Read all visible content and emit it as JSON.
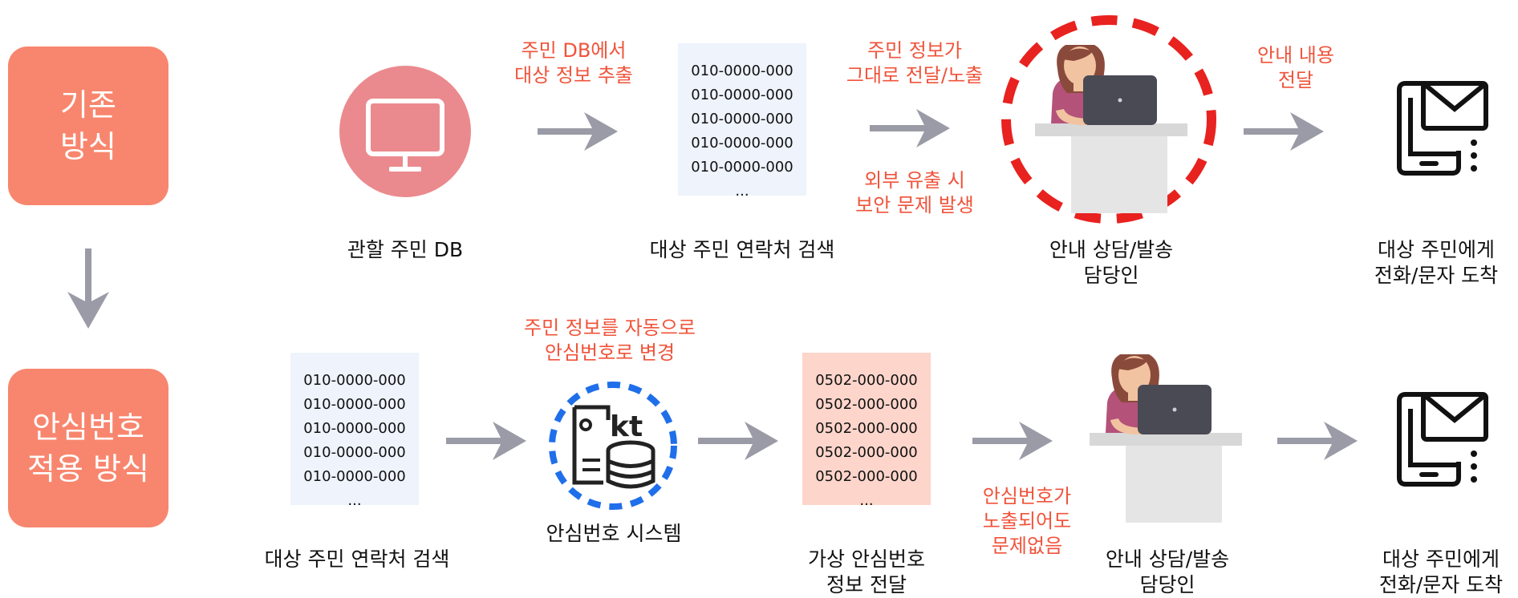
{
  "row1": {
    "side_label": "기존\n방식",
    "db_label": "관할 주민 DB",
    "step1_note": "주민 DB에서\n대상 정보 추출",
    "search_label": "대상 주민 연락처 검색",
    "numbers": [
      "010-0000-000",
      "010-0000-000",
      "010-0000-000",
      "010-0000-000",
      "010-0000-000",
      "..."
    ],
    "step2_note_top": "주민 정보가\n그대로 전달/노출",
    "step2_note_bottom": "외부 유출 시\n보안 문제 발생",
    "agent_label": "안내 상담/발송\n담당인",
    "step3_note": "안내 내용\n전달",
    "recipient_label": "대상 주민에게\n전화/문자 도착"
  },
  "row2": {
    "side_label": "안심번호\n적용 방식",
    "search_label": "대상 주민 연락처 검색",
    "numbers": [
      "010-0000-000",
      "010-0000-000",
      "010-0000-000",
      "010-0000-000",
      "010-0000-000",
      "..."
    ],
    "step1_note": "주민 정보를 자동으로\n안심번호로 변경",
    "system_label": "안심번호 시스템",
    "system_logo": "kt",
    "virtual_label": "가상 안심번호\n정보 전달",
    "virtual_numbers": [
      "0502-000-000",
      "0502-000-000",
      "0502-000-000",
      "0502-000-000",
      "0502-000-000",
      "..."
    ],
    "step3_note": "안심번호가\n노출되어도\n문제없음",
    "agent_label": "안내 상담/발송\n담당인",
    "recipient_label": "대상 주민에게\n전화/문자 도착"
  },
  "colors": {
    "accent": "#F8866E",
    "warning_text": "#F0533A",
    "arrow": "#9A9BA6",
    "monitor_circle": "#EB8A8E",
    "highlight_dash": "#E8221F",
    "system_dash": "#1F6FEA",
    "number_box": "#EEF3FC",
    "virtual_number_box": "#FDD5CB"
  }
}
